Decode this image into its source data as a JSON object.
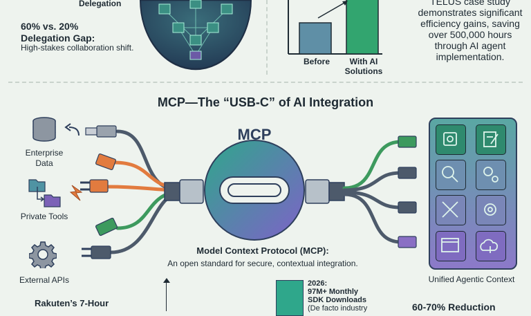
{
  "top": {
    "delegation_label": "Delegation",
    "gap_title": "60% vs. 20% Delegation Gap:",
    "gap_desc": "High-stakes collaboration shift.",
    "bar_before": "Before",
    "bar_after": "With AI Solutions",
    "telus_text": "TELUS case study demonstrates significant efficiency gains, saving over 500,000 hours through AI agent implementation."
  },
  "main": {
    "title": "MCP—The “USB-C” of AI Integration",
    "mcp_label": "MCP",
    "protocol_title": "Model Context Protocol (MCP):",
    "protocol_desc": "An open standard for secure, contextual integration.",
    "sources": [
      {
        "label": "Enterprise Data",
        "icon": "database-icon"
      },
      {
        "label": "Private Tools",
        "icon": "folders-icon"
      },
      {
        "label": "External APIs",
        "icon": "gear-icon"
      }
    ],
    "unified_label": "Unified Agentic Context",
    "panel_icons": [
      "brain-chip-icon",
      "note-edit-icon",
      "magnifier-icon",
      "gears-icon",
      "tools-icon",
      "gear-icon",
      "browser-window-icon",
      "cloud-upload-icon"
    ]
  },
  "bottom": {
    "rakuten_text": "Rakuten’s 7-Hour",
    "downloads_year": "2026:",
    "downloads_line1": "97M+ Monthly",
    "downloads_line2": "SDK Downloads",
    "downloads_line3": "(De facto industry",
    "reduction_text": "60-70% Reduction"
  },
  "colors": {
    "bg": "#eef3ee",
    "teal": "#2f9a7e",
    "purple": "#8a6fc4",
    "orange": "#e27b3f",
    "navy": "#2e3f5c"
  }
}
